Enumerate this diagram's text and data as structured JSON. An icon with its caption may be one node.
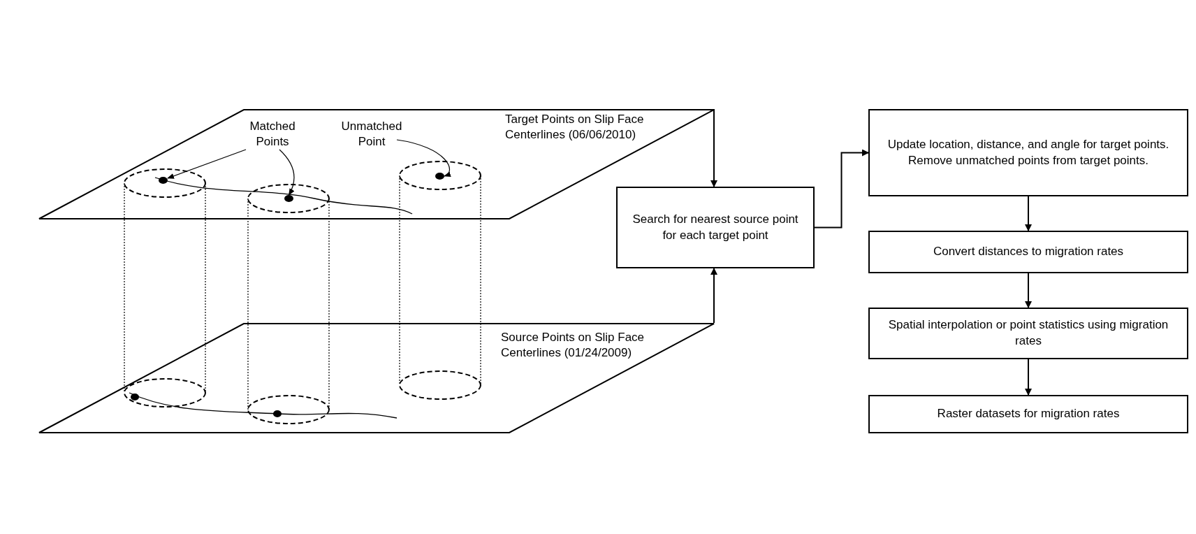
{
  "diagram": {
    "nodes": [
      {
        "text": [
          "Target Points on Slip Face Centerlines (06/06/2010)"
        ]
      },
      {
        "text": [
          "Matched Points"
        ],
        "in": 0
      },
      {
        "text": [
          "Unmatched Point"
        ],
        "in": 0
      },
      {
        "text": [],
        "shape": "circle",
        "in": 0
      },
      {
        "text": [],
        "shape": "circle",
        "in": 0
      },
      {
        "text": [],
        "shape": "circle",
        "in": 0
      },
      {
        "text": [
          "Source Points on Slip Face Centerlines (01/24/2009)"
        ]
      },
      {
        "text": [
          "Search for nearest source point for each target point"
        ]
      },
      {
        "text": [
          "Update location, distance, and angle for target points. Remove unmatched points from target points."
        ]
      },
      {
        "text": [
          "Convert distances to migration rates"
        ]
      },
      {
        "text": [
          "Spatial interpolation  or point statistics using migration rates"
        ]
      },
      {
        "text": [
          "Raster datasets for migration rates"
        ]
      }
    ],
    "edges": [
      {
        "from": 1,
        "to": 3,
        "arrow": "to"
      },
      {
        "from": 1,
        "to": 4,
        "arrow": "to"
      },
      {
        "from": 2,
        "to": 5,
        "arrow": "to"
      },
      {
        "from": 0,
        "to": 7,
        "arrow": "to"
      },
      {
        "from": 6,
        "to": 7,
        "arrow": "to"
      },
      {
        "from": 7,
        "to": 8,
        "arrow": "to"
      },
      {
        "from": 8,
        "to": 9,
        "arrow": "to"
      },
      {
        "from": 9,
        "to": 10,
        "arrow": "to"
      },
      {
        "from": 10,
        "to": 11,
        "arrow": "to"
      }
    ]
  }
}
